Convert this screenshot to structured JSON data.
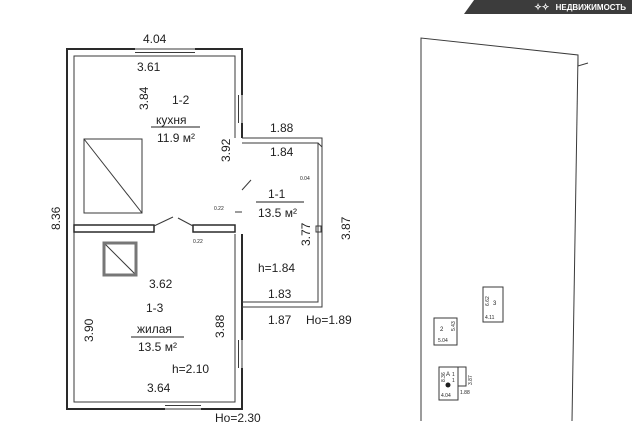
{
  "brand": {
    "logo_text": "НЕДВИЖИМОСТЬ",
    "icon": "logo-birds-icon"
  },
  "plan": {
    "dims": {
      "top_outer": "4.04",
      "top_inner": "3.61",
      "left_outer": "8.36",
      "kitchen_height": "3.84",
      "kitchen_right": "3.92",
      "annex_top_outer": "1.88",
      "annex_top_inner": "1.84",
      "small_004": "0.04",
      "small_022a": "0.22",
      "small_022b": "0.22",
      "annex_height_inner": "3.77",
      "annex_height_outer": "3.87",
      "room_width": "3.62",
      "annex_bottom_inner": "1.83",
      "annex_bottom_outer": "1.87",
      "living_left": "3.90",
      "living_right": "3.88",
      "bottom_inner": "3.64"
    },
    "rooms": {
      "kitchen": {
        "num": "1-2",
        "name": "кухня",
        "area": "11.9 м²"
      },
      "hall": {
        "num": "1-1",
        "area": "13.5 м²",
        "height": "h=1.84"
      },
      "living": {
        "num": "1-3",
        "name": "жилая",
        "area": "13.5 м²",
        "height": "h=2.10"
      }
    },
    "ho_annex": "Hо=1.89",
    "ho_main": "Hо=2.30"
  },
  "site": {
    "b1": {
      "num": "2",
      "w": "5.04",
      "h": "5.43"
    },
    "b2": {
      "num": "3",
      "w": "4.11",
      "h": "6.62"
    },
    "b3": {
      "letter": "А",
      "sub": "1",
      "num": "1",
      "w": "4.04",
      "h": "8.36",
      "annex_w": "1.88",
      "annex_h": "3.87"
    }
  }
}
